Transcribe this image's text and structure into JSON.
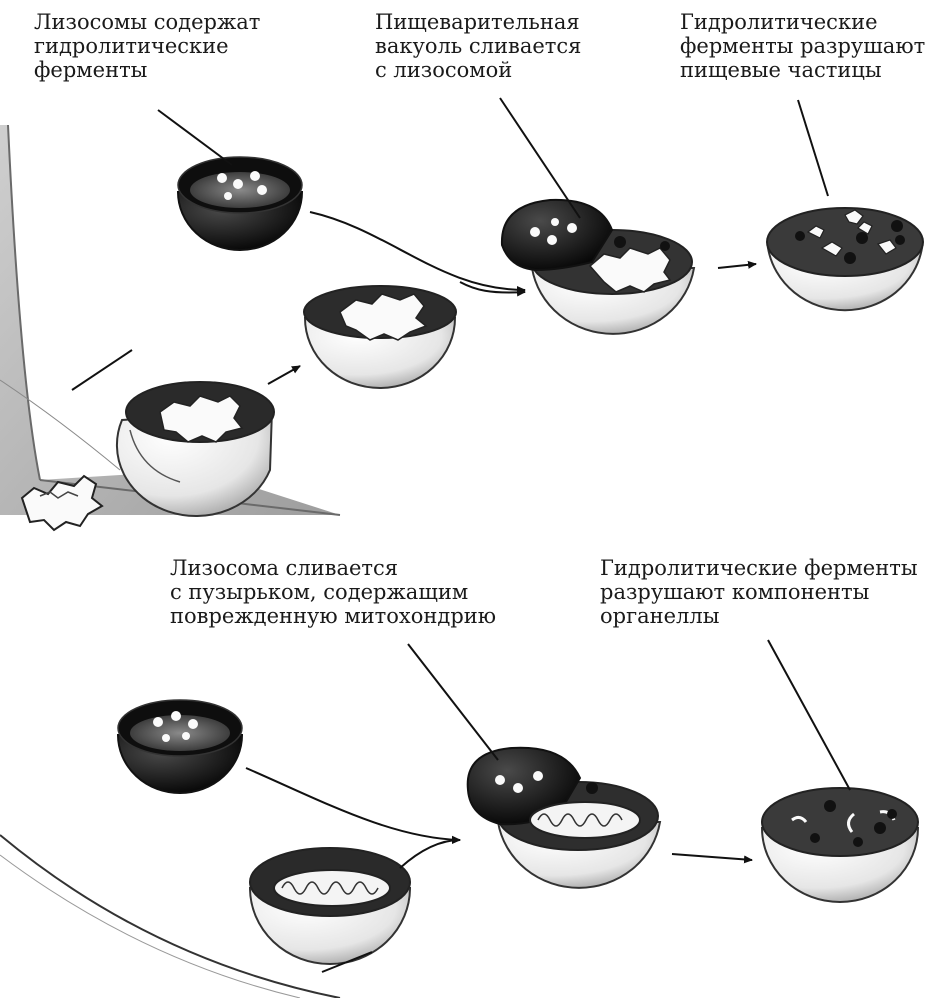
{
  "labels": {
    "lysosome_enzymes": [
      "Лизосомы содержат",
      "гидролитические",
      "ферменты"
    ],
    "vacuole_fuses": [
      "Пищеварительная",
      "вакуоль сливается",
      "с лизосомой"
    ],
    "enzymes_digest_food": [
      "Гидролитические",
      "ферменты разрушают",
      "пищевые частицы"
    ],
    "lysosome_fuses_vesicle": [
      "Лизосома сливается",
      "с пузырьком, содержащим",
      "поврежденную митохондрию"
    ],
    "enzymes_digest_organelle": [
      "Гидролитические ферменты",
      "разрушают компоненты",
      "органеллы"
    ]
  },
  "colors": {
    "ink": "#1a1a1a",
    "lysosome": "#161616",
    "vacuole": "#f2f2f2",
    "membrane": "#b9b9b9",
    "particle": "#fafafa"
  }
}
